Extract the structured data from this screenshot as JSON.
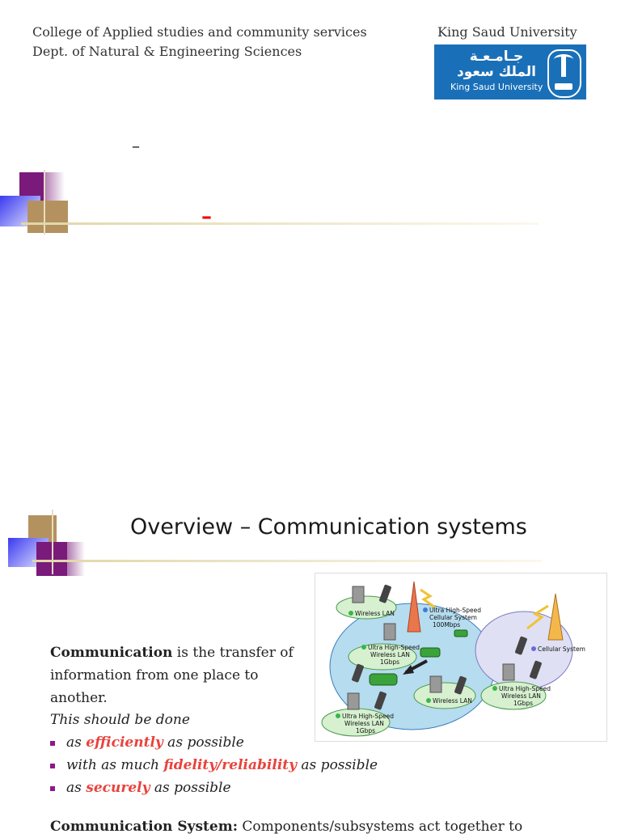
{
  "header": {
    "college": "College of Applied studies and community services",
    "dept": "Dept. of  Natural & Engineering Sciences",
    "university": "King Saud University",
    "logo_arabic_1": "جـامـعـة",
    "logo_arabic_2": "الملك سعود",
    "logo_english": "King Saud University",
    "logo_color": "#1a70b8"
  },
  "slide1": {
    "dash_1": "–",
    "dash_2": "–"
  },
  "slide2": {
    "title": "Overview – Communication systems",
    "definition_term": "Communication",
    "definition_rest": " is the transfer of information from one place to another.",
    "should_be_done": "This should be done",
    "bullets": [
      {
        "pre": "as ",
        "highlight": "efficiently",
        "post": " as possible"
      },
      {
        "pre": "with as much ",
        "highlight": "fidelity/reliability",
        "post": " as possible"
      },
      {
        "pre": "as ",
        "highlight": "securely",
        "post": " as possible"
      }
    ],
    "system_term": "Communication System:",
    "system_rest": " Components/subsystems act together to",
    "highlight_color": "#e8433c",
    "bullet_color": "#8b1a8b"
  },
  "diagram": {
    "wireless_lan": "Wireless LAN",
    "uhs_cellular_1": "Ultra High-Speed",
    "uhs_cellular_2": "Cellular System",
    "uhs_cellular_3": "100Mbps",
    "uhs_wlan_1": "Ultra High-Speed",
    "uhs_wlan_2": "Wireless LAN",
    "uhs_wlan_3": "1Gbps",
    "wireless_lan_2": "Wireless LAN",
    "cellular_system": "Cellular System",
    "uhs_wlan_b1": "Ultra High-Speed",
    "uhs_wlan_b2": "Wireless LAN",
    "uhs_wlan_b3": "1Gbps",
    "uhs_wlan_c1": "Ultra High-Speed",
    "uhs_wlan_c2": "Wireless LAN",
    "uhs_wlan_c3": "1Gbps"
  }
}
